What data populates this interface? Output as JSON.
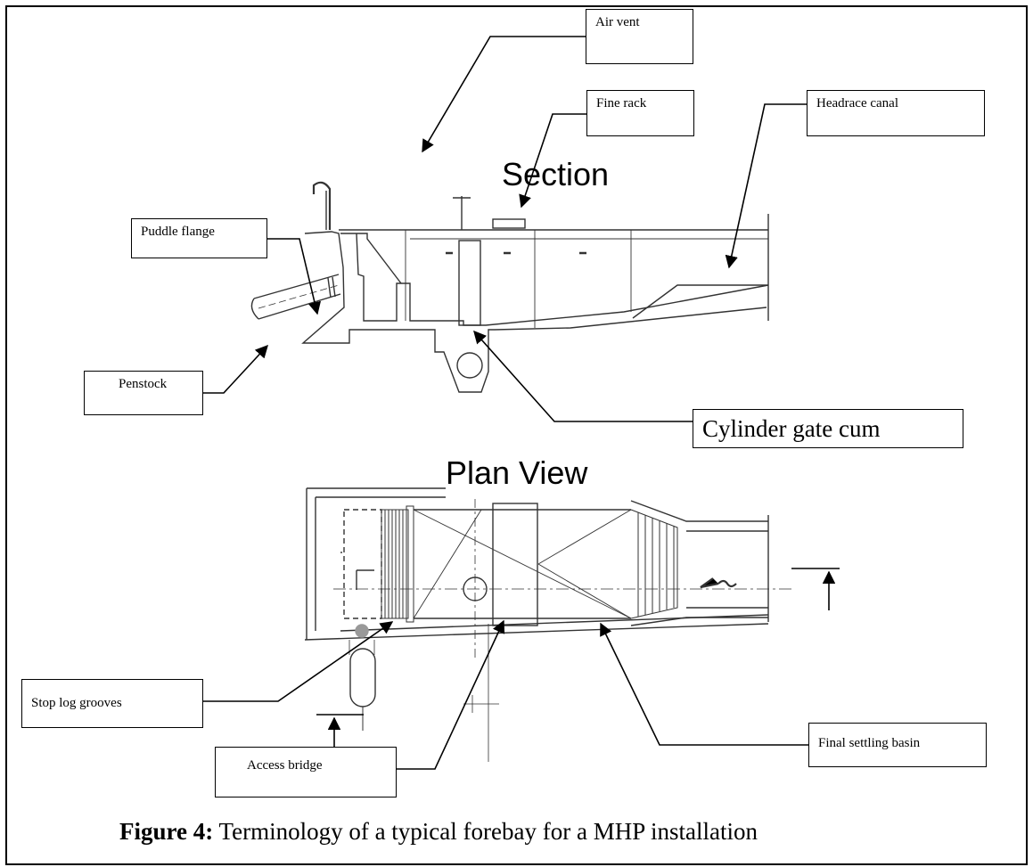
{
  "figure": {
    "section_title": "Section",
    "plan_title": "Plan View",
    "caption_prefix": "Figure 4:",
    "caption_text": " Terminology of a typical forebay for a MHP installation"
  },
  "labels": {
    "air_vent": "Air vent",
    "fine_rack": "Fine rack",
    "headrace_canal": "Headrace canal",
    "puddle_flange": "Puddle flange",
    "penstock": "Penstock",
    "cylinder_gate": "Cylinder gate cum",
    "stop_log_grooves": "Stop log grooves",
    "access_bridge": "Access bridge",
    "final_settling_basin": "Final settling basin"
  }
}
